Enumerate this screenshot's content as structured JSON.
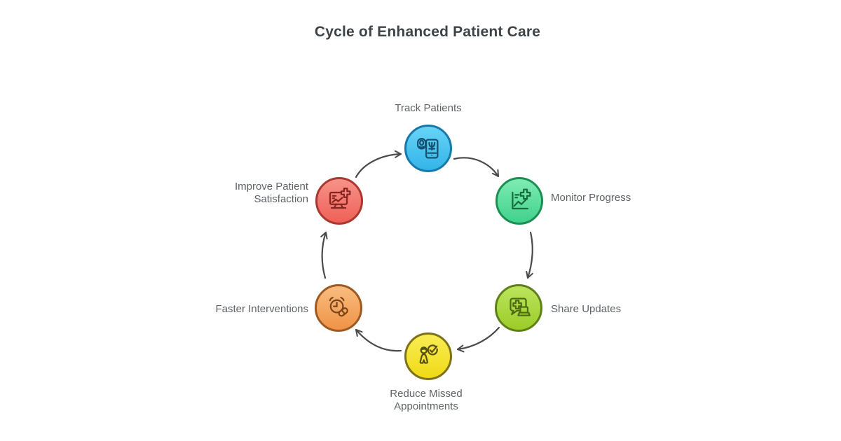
{
  "title": "Cycle of Enhanced Patient Care",
  "colors": {
    "background": "#FFFFFF",
    "title_text": "#3E4347",
    "label_text": "#5F6368",
    "arrow": "#4A4A4A"
  },
  "diagram": {
    "type": "cycle",
    "direction": "clockwise",
    "nodes": [
      {
        "id": "track-patients",
        "label": "Track Patients",
        "icon": "phone-fingerprint-icon",
        "fill": "#45C1F0",
        "accent": "#1878A8",
        "label_position": "top"
      },
      {
        "id": "monitor-progress",
        "label": "Monitor Progress",
        "icon": "health-chart-icon",
        "fill": "#58DC9B",
        "accent": "#1B8F52",
        "label_position": "right"
      },
      {
        "id": "share-updates",
        "label": "Share Updates",
        "icon": "chat-bubble-laptop-icon",
        "fill": "#A8D839",
        "accent": "#5F7F1A",
        "label_position": "right"
      },
      {
        "id": "reduce-missed-appointments",
        "label": "Reduce Missed Appointments",
        "icon": "patient-check-icon",
        "fill": "#F5E32C",
        "accent": "#7D711A",
        "label_position": "bottom"
      },
      {
        "id": "faster-interventions",
        "label": "Faster Interventions",
        "icon": "clock-pill-icon",
        "fill": "#F5A558",
        "accent": "#9C5A22",
        "label_position": "left"
      },
      {
        "id": "improve-patient-satisfaction",
        "label": "Improve Patient Satisfaction",
        "icon": "monitor-health-icon",
        "fill": "#F3756C",
        "accent": "#A83830",
        "label_position": "left"
      }
    ],
    "arrows": [
      {
        "from": "Track Patients",
        "to": "Monitor Progress"
      },
      {
        "from": "Monitor Progress",
        "to": "Share Updates"
      },
      {
        "from": "Share Updates",
        "to": "Reduce Missed Appointments"
      },
      {
        "from": "Reduce Missed Appointments",
        "to": "Faster Interventions"
      },
      {
        "from": "Faster Interventions",
        "to": "Improve Patient Satisfaction"
      },
      {
        "from": "Improve Patient Satisfaction",
        "to": "Track Patients"
      }
    ]
  }
}
